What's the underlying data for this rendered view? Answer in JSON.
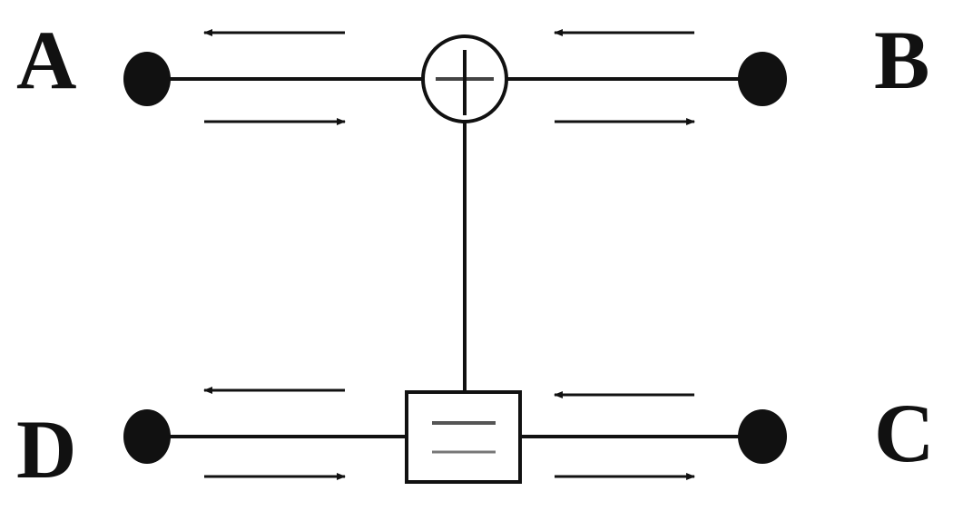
{
  "ports": [
    {
      "id": "A",
      "label": "A"
    },
    {
      "id": "B",
      "label": "B"
    },
    {
      "id": "C",
      "label": "C"
    },
    {
      "id": "D",
      "label": "D"
    }
  ],
  "symbols": [
    {
      "id": "top-junction",
      "shape": "circle-with-plus",
      "icon": "summing-junction-icon"
    },
    {
      "id": "bottom-junction",
      "shape": "box-with-equals",
      "icon": "equals-box-icon"
    }
  ],
  "colors": {
    "ink": "#111111",
    "background": "#ffffff"
  }
}
